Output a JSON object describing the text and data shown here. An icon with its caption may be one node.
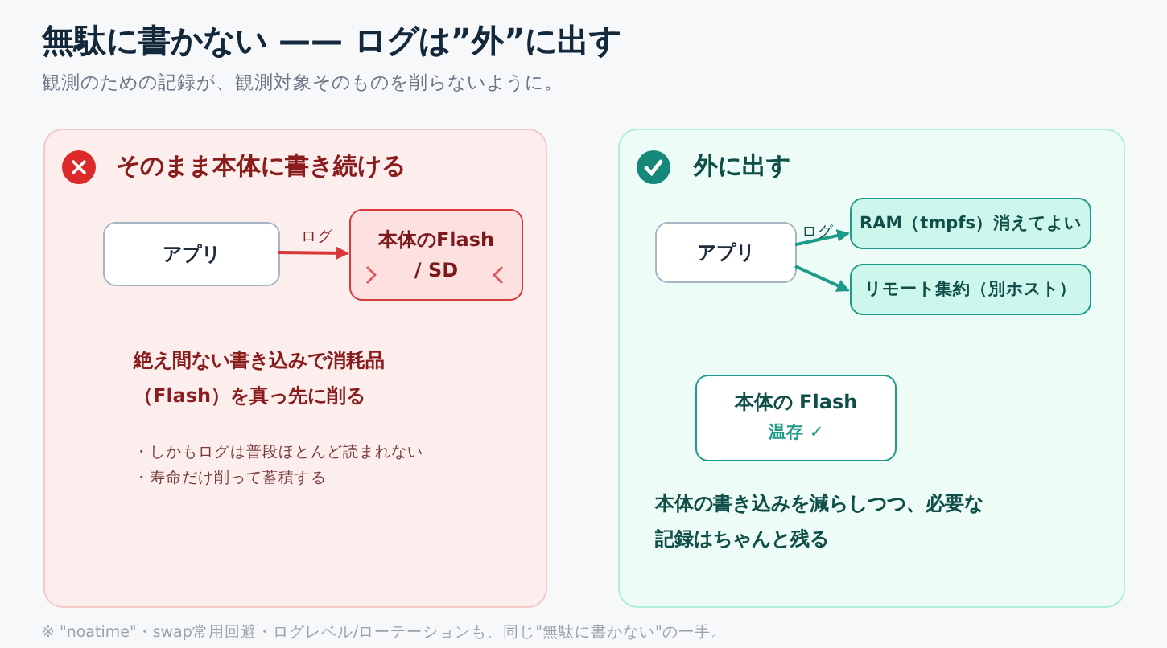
{
  "diagram": {
    "title": "無駄に書かない —— ログは”外”に出す",
    "nodes": [
      {
        "text": [
          "そのまま本体に書き続ける",
          "絶え間ない書き込みで消耗品（Flash）を真っ先に削る",
          "・しかもログは普段ほとんど読まれない",
          "・寿命だけ削って蓄積する"
        ]
      },
      {
        "text": [
          "アプリ"
        ],
        "in": 0
      },
      {
        "text": [
          "本体のFlash / SD"
        ],
        "in": 0
      },
      {
        "text": [
          "外に出す",
          "本体の書き込みを減らしつつ、必要な記録はちゃんと残る"
        ]
      },
      {
        "text": [
          "アプリ"
        ],
        "in": 3
      },
      {
        "text": [
          "RAM（tmpfs）消えてよい"
        ],
        "in": 3
      },
      {
        "text": [
          "リモート集約（別ホスト）"
        ],
        "in": 3
      },
      {
        "text": [
          "本体の Flash",
          "温存 ✓"
        ],
        "in": 3
      }
    ],
    "edges": [
      {
        "from": 1,
        "to": 2,
        "arrow": "to",
        "label": "ログ",
        "color": "#d63a3a"
      },
      {
        "from": 4,
        "to": 5,
        "arrow": "to",
        "label": "ログ"
      },
      {
        "from": 4,
        "to": 6,
        "arrow": "to"
      }
    ],
    "labels": [
      "観測のための記録が、観測対象そのものを削らないように。",
      "※ \"noatime\"・swap常用回避・ログレベル/ローテーションも、同じ\"無駄に書かない\"の一手。"
    ]
  }
}
